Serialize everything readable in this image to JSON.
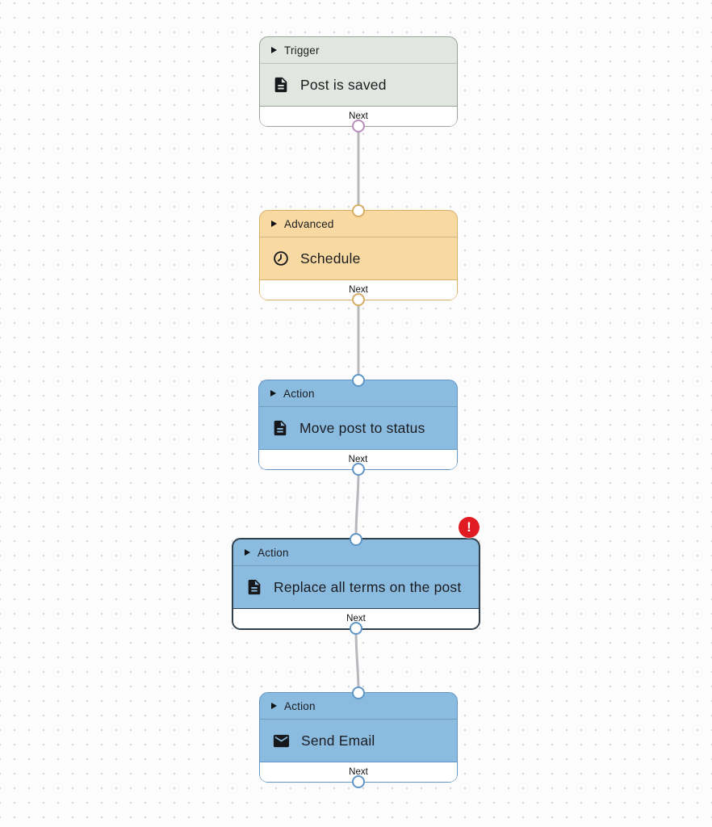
{
  "canvas": {
    "background_color": "#fcfcfd",
    "grid_dot_color": "#d2d2d8",
    "edge_color": "#b7b7bc"
  },
  "nodes": [
    {
      "category": "Trigger",
      "title": "Post is saved",
      "icon": "document-icon",
      "footer_label": "Next",
      "has_input_port": false,
      "has_error": false,
      "selected": false,
      "colors": {
        "fill": "#e1e7e0",
        "border": "#98a399",
        "port_ring": "#b78fba"
      }
    },
    {
      "category": "Advanced",
      "title": "Schedule",
      "icon": "clock-icon",
      "footer_label": "Next",
      "has_input_port": true,
      "has_error": false,
      "selected": false,
      "colors": {
        "fill": "#f7d9a1",
        "border": "#d9ae67",
        "port_ring": "#d9ae67"
      }
    },
    {
      "category": "Action",
      "title": "Move post to status",
      "icon": "document-icon",
      "footer_label": "Next",
      "has_input_port": true,
      "has_error": false,
      "selected": false,
      "colors": {
        "fill": "#8bbce0",
        "border": "#6095c5",
        "port_ring": "#6095c5"
      }
    },
    {
      "category": "Action",
      "title": "Replace all terms on the post",
      "icon": "document-icon",
      "footer_label": "Next",
      "has_input_port": true,
      "has_error": true,
      "error_badge_glyph": "!",
      "selected": true,
      "colors": {
        "fill": "#8bbce0",
        "border": "#31404d",
        "port_ring": "#6095c5",
        "error_badge": "#e11b22"
      }
    },
    {
      "category": "Action",
      "title": "Send Email",
      "icon": "envelope-icon",
      "footer_label": "Next",
      "has_input_port": true,
      "has_error": false,
      "selected": false,
      "colors": {
        "fill": "#8bbce0",
        "border": "#6095c5",
        "port_ring": "#6095c5"
      }
    }
  ]
}
